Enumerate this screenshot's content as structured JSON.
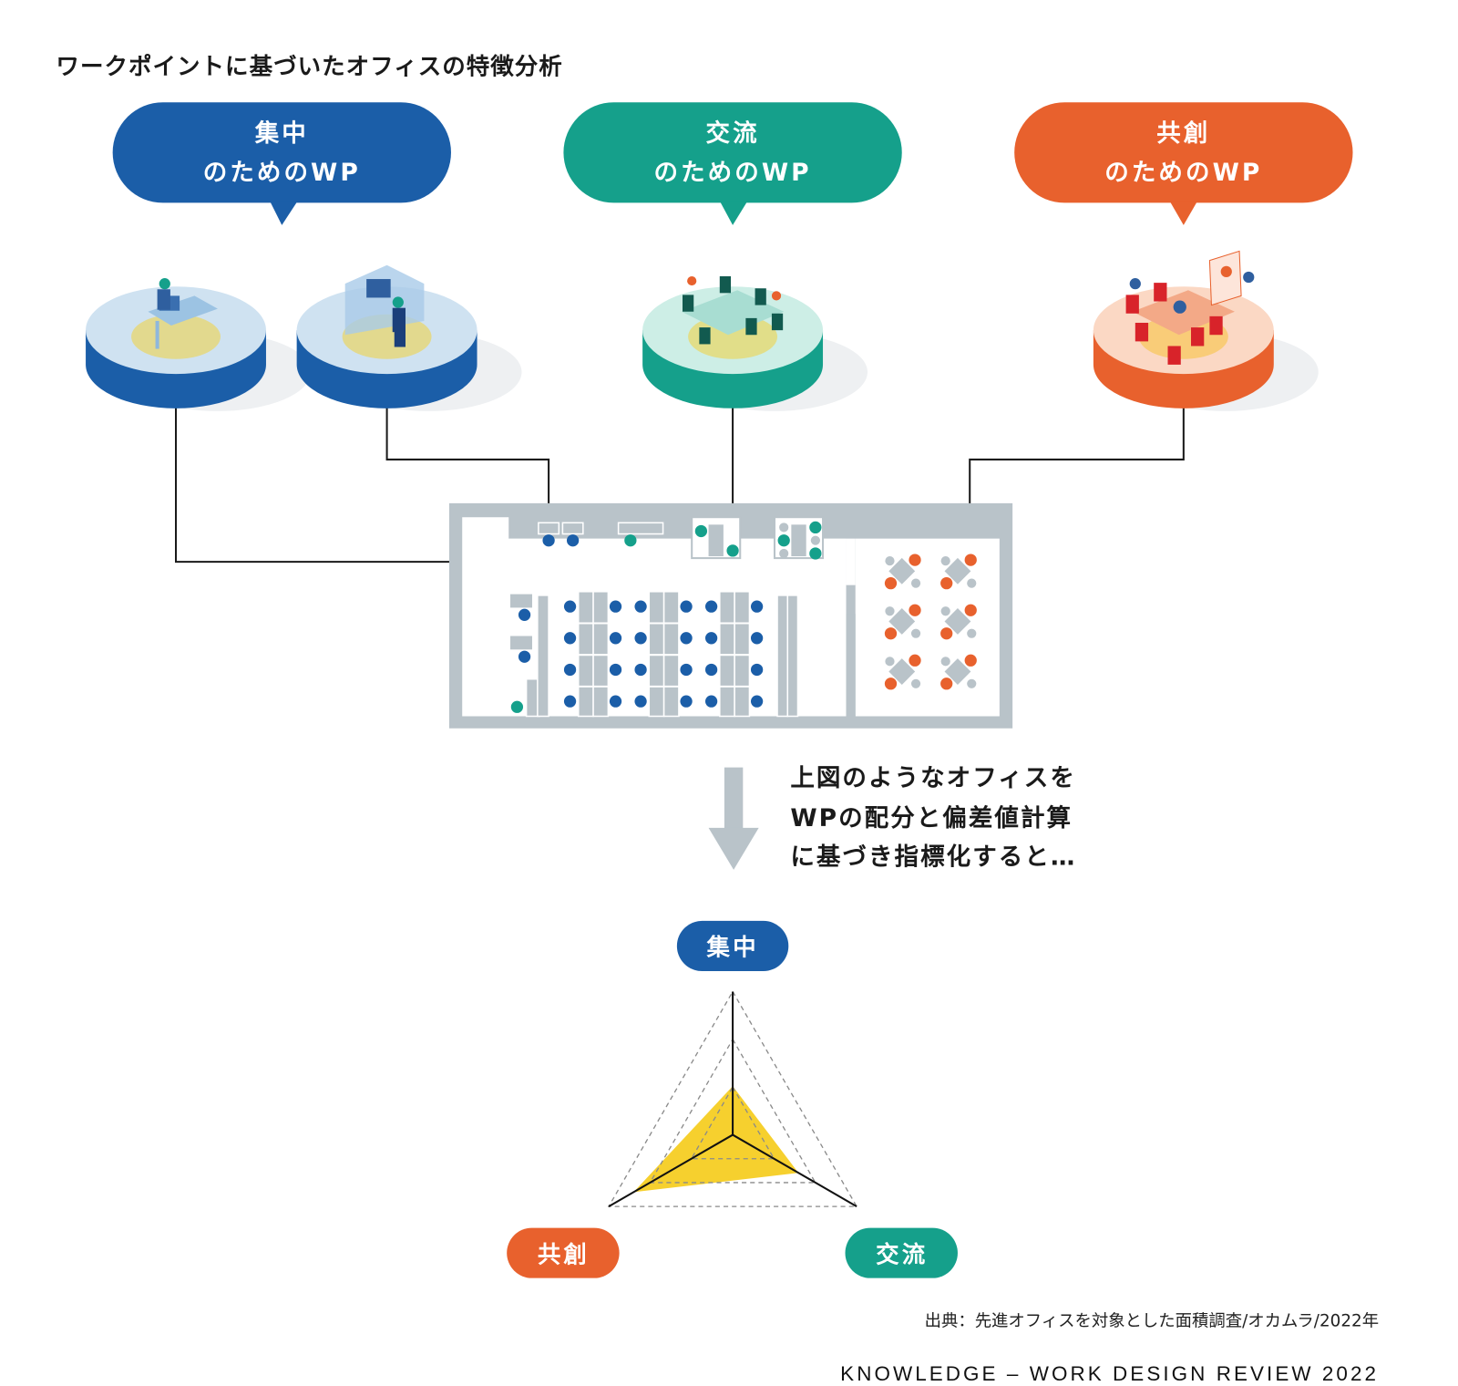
{
  "title": "ワークポイントに基づいたオフィスの特徴分析",
  "colors": {
    "focus": "#1b5ea8",
    "exchange": "#15a08b",
    "cocreation": "#e8612d",
    "radar_fill": "#f6d02e",
    "floor": "#b9c3c9"
  },
  "bubbles": [
    {
      "line1": "集中",
      "line2": "のためのWP"
    },
    {
      "line1": "交流",
      "line2": "のためのWP"
    },
    {
      "line1": "共創",
      "line2": "のためのWP"
    }
  ],
  "caption": {
    "line1": "上図のようなオフィスを",
    "line2": "WPの配分と偏差値計算",
    "line3": "に基づき指標化すると…"
  },
  "radar": {
    "axes": [
      "集中",
      "交流",
      "共創"
    ],
    "levels": 3,
    "values": [
      0.34,
      0.53,
      0.8
    ]
  },
  "footer": {
    "source": "出典：先進オフィスを対象とした面積調査/オカムラ/2022年",
    "brand": "KNOWLEDGE – WORK DESIGN REVIEW 2022"
  }
}
